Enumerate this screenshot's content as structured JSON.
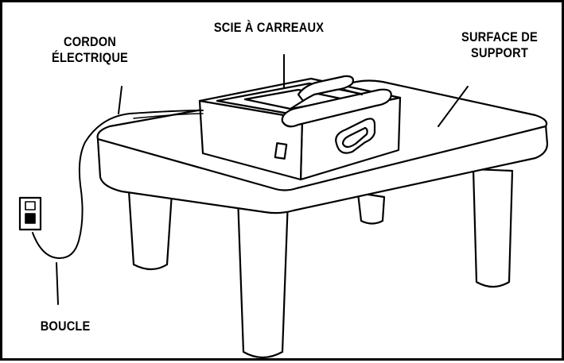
{
  "labels": {
    "cord_line1": "CORDON",
    "cord_line2": "ÉLECTRIQUE",
    "saw": "SCIE À CARREAUX",
    "surface_line1": "SURFACE DE",
    "surface_line2": "SUPPORT",
    "loop": "BOUCLE"
  },
  "colors": {
    "stroke": "#000000",
    "fill": "#ffffff"
  }
}
